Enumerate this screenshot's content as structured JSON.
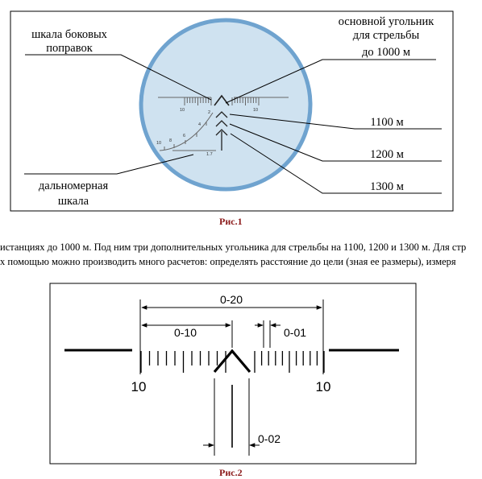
{
  "figure1": {
    "label_side_corrections": [
      "шкала боковых",
      "поправок"
    ],
    "label_main_chevron": [
      "основной угольник",
      "для стрельбы",
      "до 1000 м"
    ],
    "label_1100": "1100 м",
    "label_1200": "1200 м",
    "label_1300": "1300 м",
    "label_rangefinder": [
      "дальномерная",
      "шкала"
    ],
    "scale_left_10": "10",
    "scale_right_10": "10",
    "rf_ticks": [
      "10",
      "8",
      "6",
      "4",
      "2"
    ],
    "rf_subscript": "1.7",
    "caption": "Рис.1"
  },
  "paragraph": {
    "line1": "истанциях до 1000 м. Под ним три дополнительных угольника для стрельбы на 1100, 1200 и 1300 м. Для стр",
    "line2": "х помощью можно производить много расчетов: определять расстояние до цели (зная ее размеры), измеря"
  },
  "figure2": {
    "dim_020": "0-20",
    "dim_010": "0-10",
    "dim_001": "0-01",
    "dim_002": "0-02",
    "scale_left_10": "10",
    "scale_right_10": "10",
    "caption": "Рис.2"
  },
  "colors": {
    "scope_fill": "#cfe2f0",
    "scope_edge": "#6fa3cf",
    "caption": "#8b1a1a"
  }
}
